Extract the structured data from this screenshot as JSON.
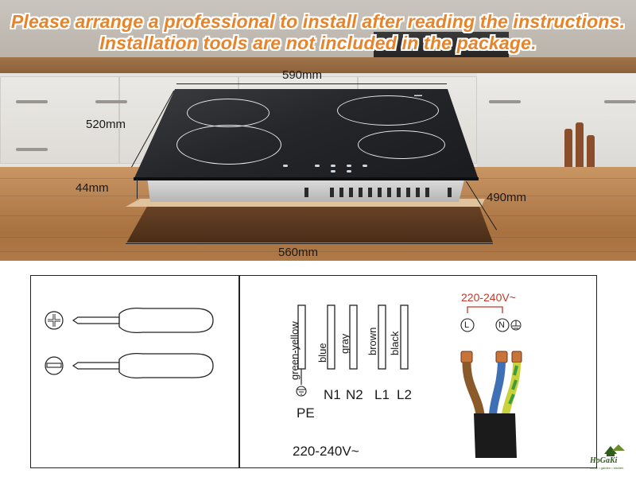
{
  "notice": {
    "line1": "Please arrange a professional to install after reading the instructions.",
    "line2": "Installation tools are not included in the package."
  },
  "dimensions": {
    "width": "590mm",
    "depth": "520mm",
    "height": "44mm",
    "cutout_depth": "490mm",
    "cutout_width": "560mm"
  },
  "tools": {
    "screwdriver1_icon": "phillips-head-icon",
    "screwdriver2_icon": "flathead-icon"
  },
  "wiring": {
    "wires": [
      {
        "color": "green-yellow",
        "terminal": "PE"
      },
      {
        "color": "blue",
        "terminal": "N1"
      },
      {
        "color": "gray",
        "terminal": "N2"
      },
      {
        "color": "brown",
        "terminal": "L1"
      },
      {
        "color": "black",
        "terminal": "L2"
      }
    ],
    "voltage": "220-240V~",
    "supply_voltage": "220-240V~",
    "supply_terminals": [
      "L",
      "N"
    ],
    "ground_icon": "ground-icon"
  },
  "logo": {
    "brand": "HoGaKi",
    "tagline": "home • garden • kitchen"
  },
  "colors": {
    "notice_text": "#e6842c",
    "voltage_bracket": "#c0392b",
    "brown_wire": "#8b5a2b",
    "blue_wire": "#3f6fb5",
    "yellow_green_wire": "#c9d23a"
  }
}
